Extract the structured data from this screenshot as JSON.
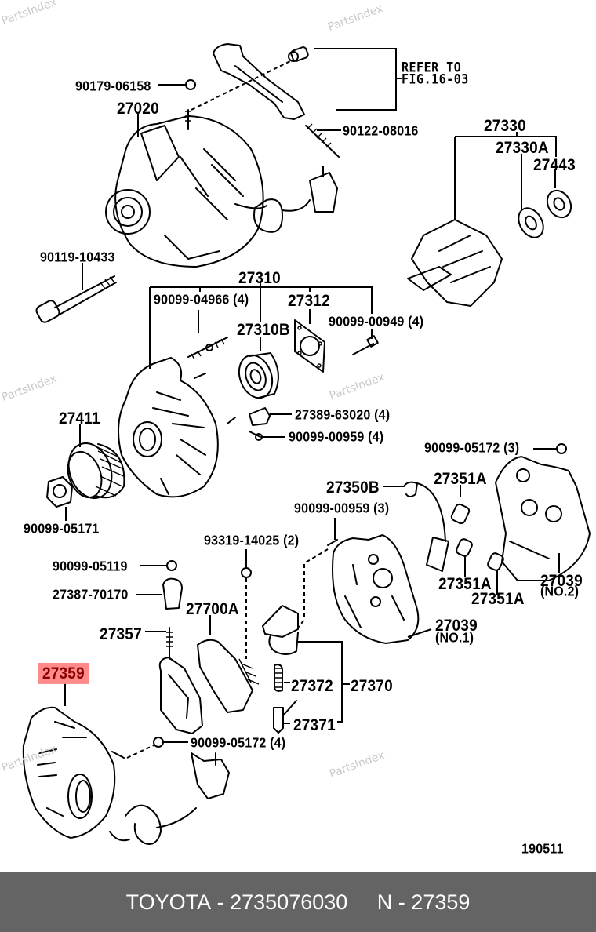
{
  "watermark": "PartsIndex",
  "diagram_id": "190511",
  "refer_note": [
    "REFER TO",
    "FIG.16-03"
  ],
  "highlighted_part": "27359",
  "parts": {
    "p90179_06158": "90179-06158",
    "p27020": "27020",
    "p90122_08016": "90122-08016",
    "p27330": "27330",
    "p27330A": "27330A",
    "p27443": "27443",
    "p90119_10433": "90119-10433",
    "p27310": "27310",
    "p90099_04966": "90099-04966 (4)",
    "p27312": "27312",
    "p90099_00949": "90099-00949 (4)",
    "p27310B": "27310B",
    "p27411": "27411",
    "p27389_63020": "27389-63020 (4)",
    "p90099_00959_4": "90099-00959 (4)",
    "p90099_05172_3": "90099-05172 (3)",
    "p90099_05171": "90099-05171",
    "p27350B": "27350B",
    "p27351A_1": "27351A",
    "p90099_00959_3": "90099-00959 (3)",
    "p93319_14025": "93319-14025 (2)",
    "p90099_05119": "90099-05119",
    "p27387_70170": "27387-70170",
    "p27700A": "27700A",
    "p27351A_2": "27351A",
    "p27351A_3": "27351A",
    "p27039_no2": "27039",
    "p27039_no2_sub": "(NO.2)",
    "p27357": "27357",
    "p27039_no1": "27039",
    "p27039_no1_sub": "(NO.1)",
    "p27359": "27359",
    "p27372": "27372",
    "p27370": "27370",
    "p27371": "27371",
    "p90099_05172_4": "90099-05172 (4)"
  },
  "footer": {
    "brand": "TOYOTA",
    "separator": " - ",
    "part_number": "2735076030",
    "gap": "     ",
    "ref_prefix": "N",
    "ref_number": "27359"
  }
}
